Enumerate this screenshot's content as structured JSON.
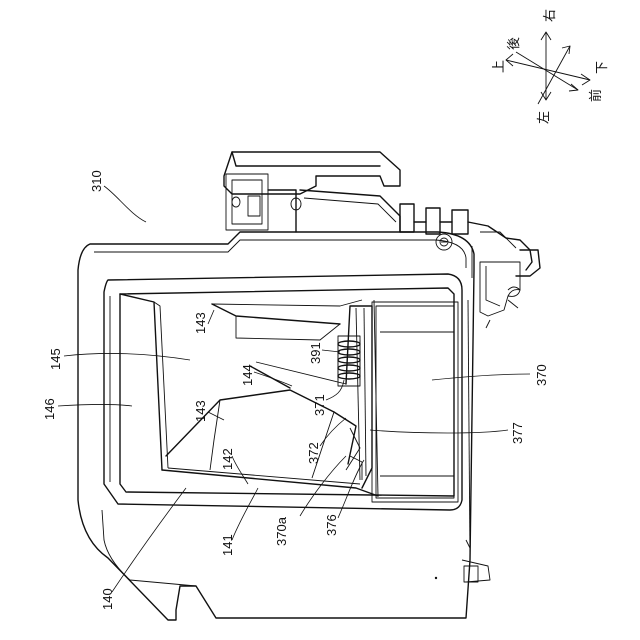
{
  "labels": {
    "l310": "310",
    "l145": "145",
    "l146": "146",
    "l143a": "143",
    "l143b": "143",
    "l144": "144",
    "l391": "391",
    "l371": "371",
    "l372": "372",
    "l142": "142",
    "l370a": "370a",
    "l141": "141",
    "l376": "376",
    "l140": "140",
    "l370": "370",
    "l377": "377"
  },
  "directions": {
    "up": "上",
    "back": "後",
    "right": "右",
    "down": "下",
    "front": "前",
    "left": "左"
  }
}
